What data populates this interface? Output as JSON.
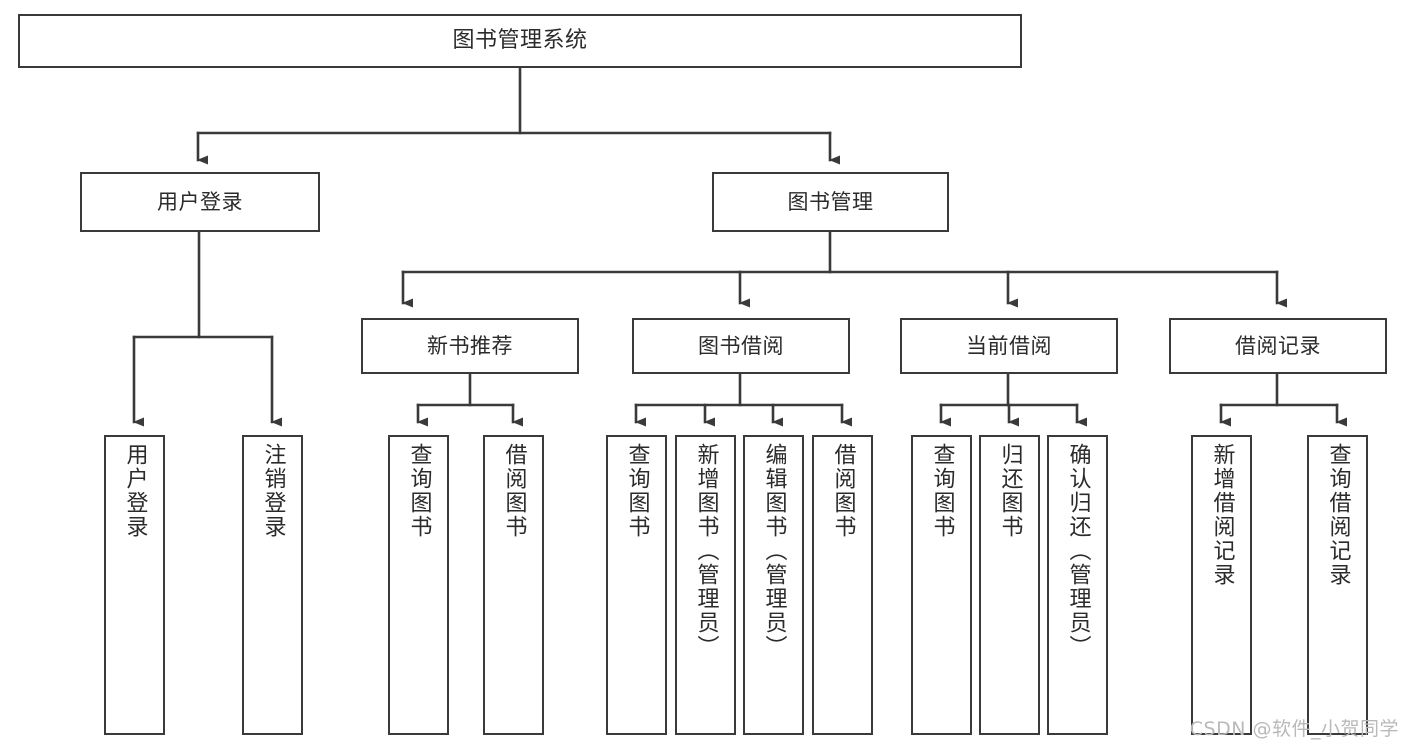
{
  "diagram": {
    "title": "图书管理系统",
    "watermark": "CSDN @软件_小贺同学",
    "line_color": "#3a3a3a",
    "box_fill": "#ffffff",
    "text_color": "#2b2b2b",
    "watermark_color": "#b9b9b9",
    "root": {
      "label": "图书管理系统"
    },
    "level2": [
      {
        "label": "用户登录"
      },
      {
        "label": "图书管理"
      }
    ],
    "level3": [
      {
        "label": "新书推荐"
      },
      {
        "label": "图书借阅"
      },
      {
        "label": "当前借阅"
      },
      {
        "label": "借阅记录"
      }
    ],
    "leaves": {
      "user_login": [
        {
          "label": "用户登录"
        },
        {
          "label": "注销登录"
        }
      ],
      "new_book_recommend": [
        {
          "label": "查询图书"
        },
        {
          "label": "借阅图书"
        }
      ],
      "book_borrow": [
        {
          "label": "查询图书"
        },
        {
          "label": "新增图书（管理员）"
        },
        {
          "label": "编辑图书（管理员）"
        },
        {
          "label": "借阅图书"
        }
      ],
      "current_borrow": [
        {
          "label": "查询图书"
        },
        {
          "label": "归还图书"
        },
        {
          "label": "确认归还（管理员）"
        }
      ],
      "borrow_record": [
        {
          "label": "新增借阅记录"
        },
        {
          "label": "查询借阅记录"
        }
      ]
    }
  }
}
